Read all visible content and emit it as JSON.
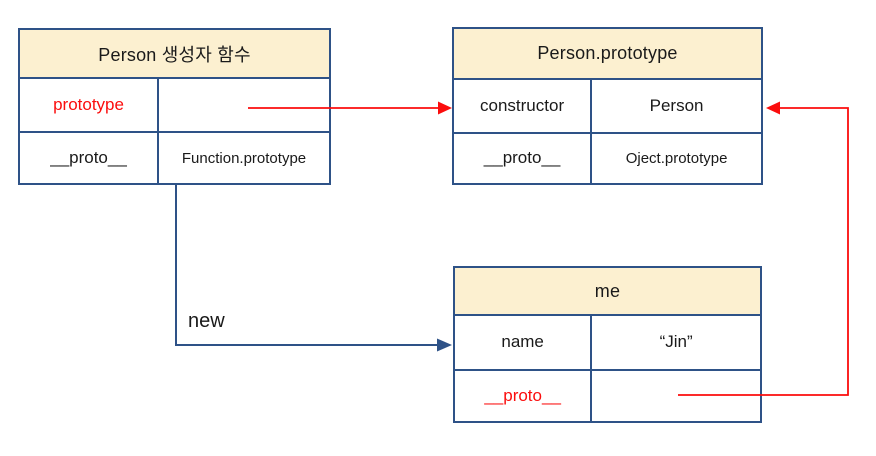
{
  "boxes": {
    "person_constructor": {
      "title": "Person 생성자 함수",
      "rows": [
        {
          "key": "prototype",
          "value": ""
        },
        {
          "key": "__proto__",
          "value": "Function.prototype"
        }
      ]
    },
    "person_prototype": {
      "title": "Person.prototype",
      "rows": [
        {
          "key": "constructor",
          "value": "Person"
        },
        {
          "key": "__proto__",
          "value": "Oject.prototype"
        }
      ]
    },
    "me": {
      "title": "me",
      "rows": [
        {
          "key": "name",
          "value": "“Jin”"
        },
        {
          "key": "__proto__",
          "value": ""
        }
      ]
    }
  },
  "labels": {
    "new_operator": "new"
  },
  "icons": {
    "red_arrow_prototype_to_person_prototype": "arrow-right-icon",
    "red_arrow_me_proto_to_person_prototype": "arrow-left-icon",
    "blue_arrow_new_to_me": "arrow-right-icon"
  },
  "colors": {
    "border_navy": "#2e5287",
    "header_fill": "#fcf0d0",
    "accent_red": "#fb0d0d",
    "text": "#1a1a1a",
    "background": "#ffffff"
  }
}
